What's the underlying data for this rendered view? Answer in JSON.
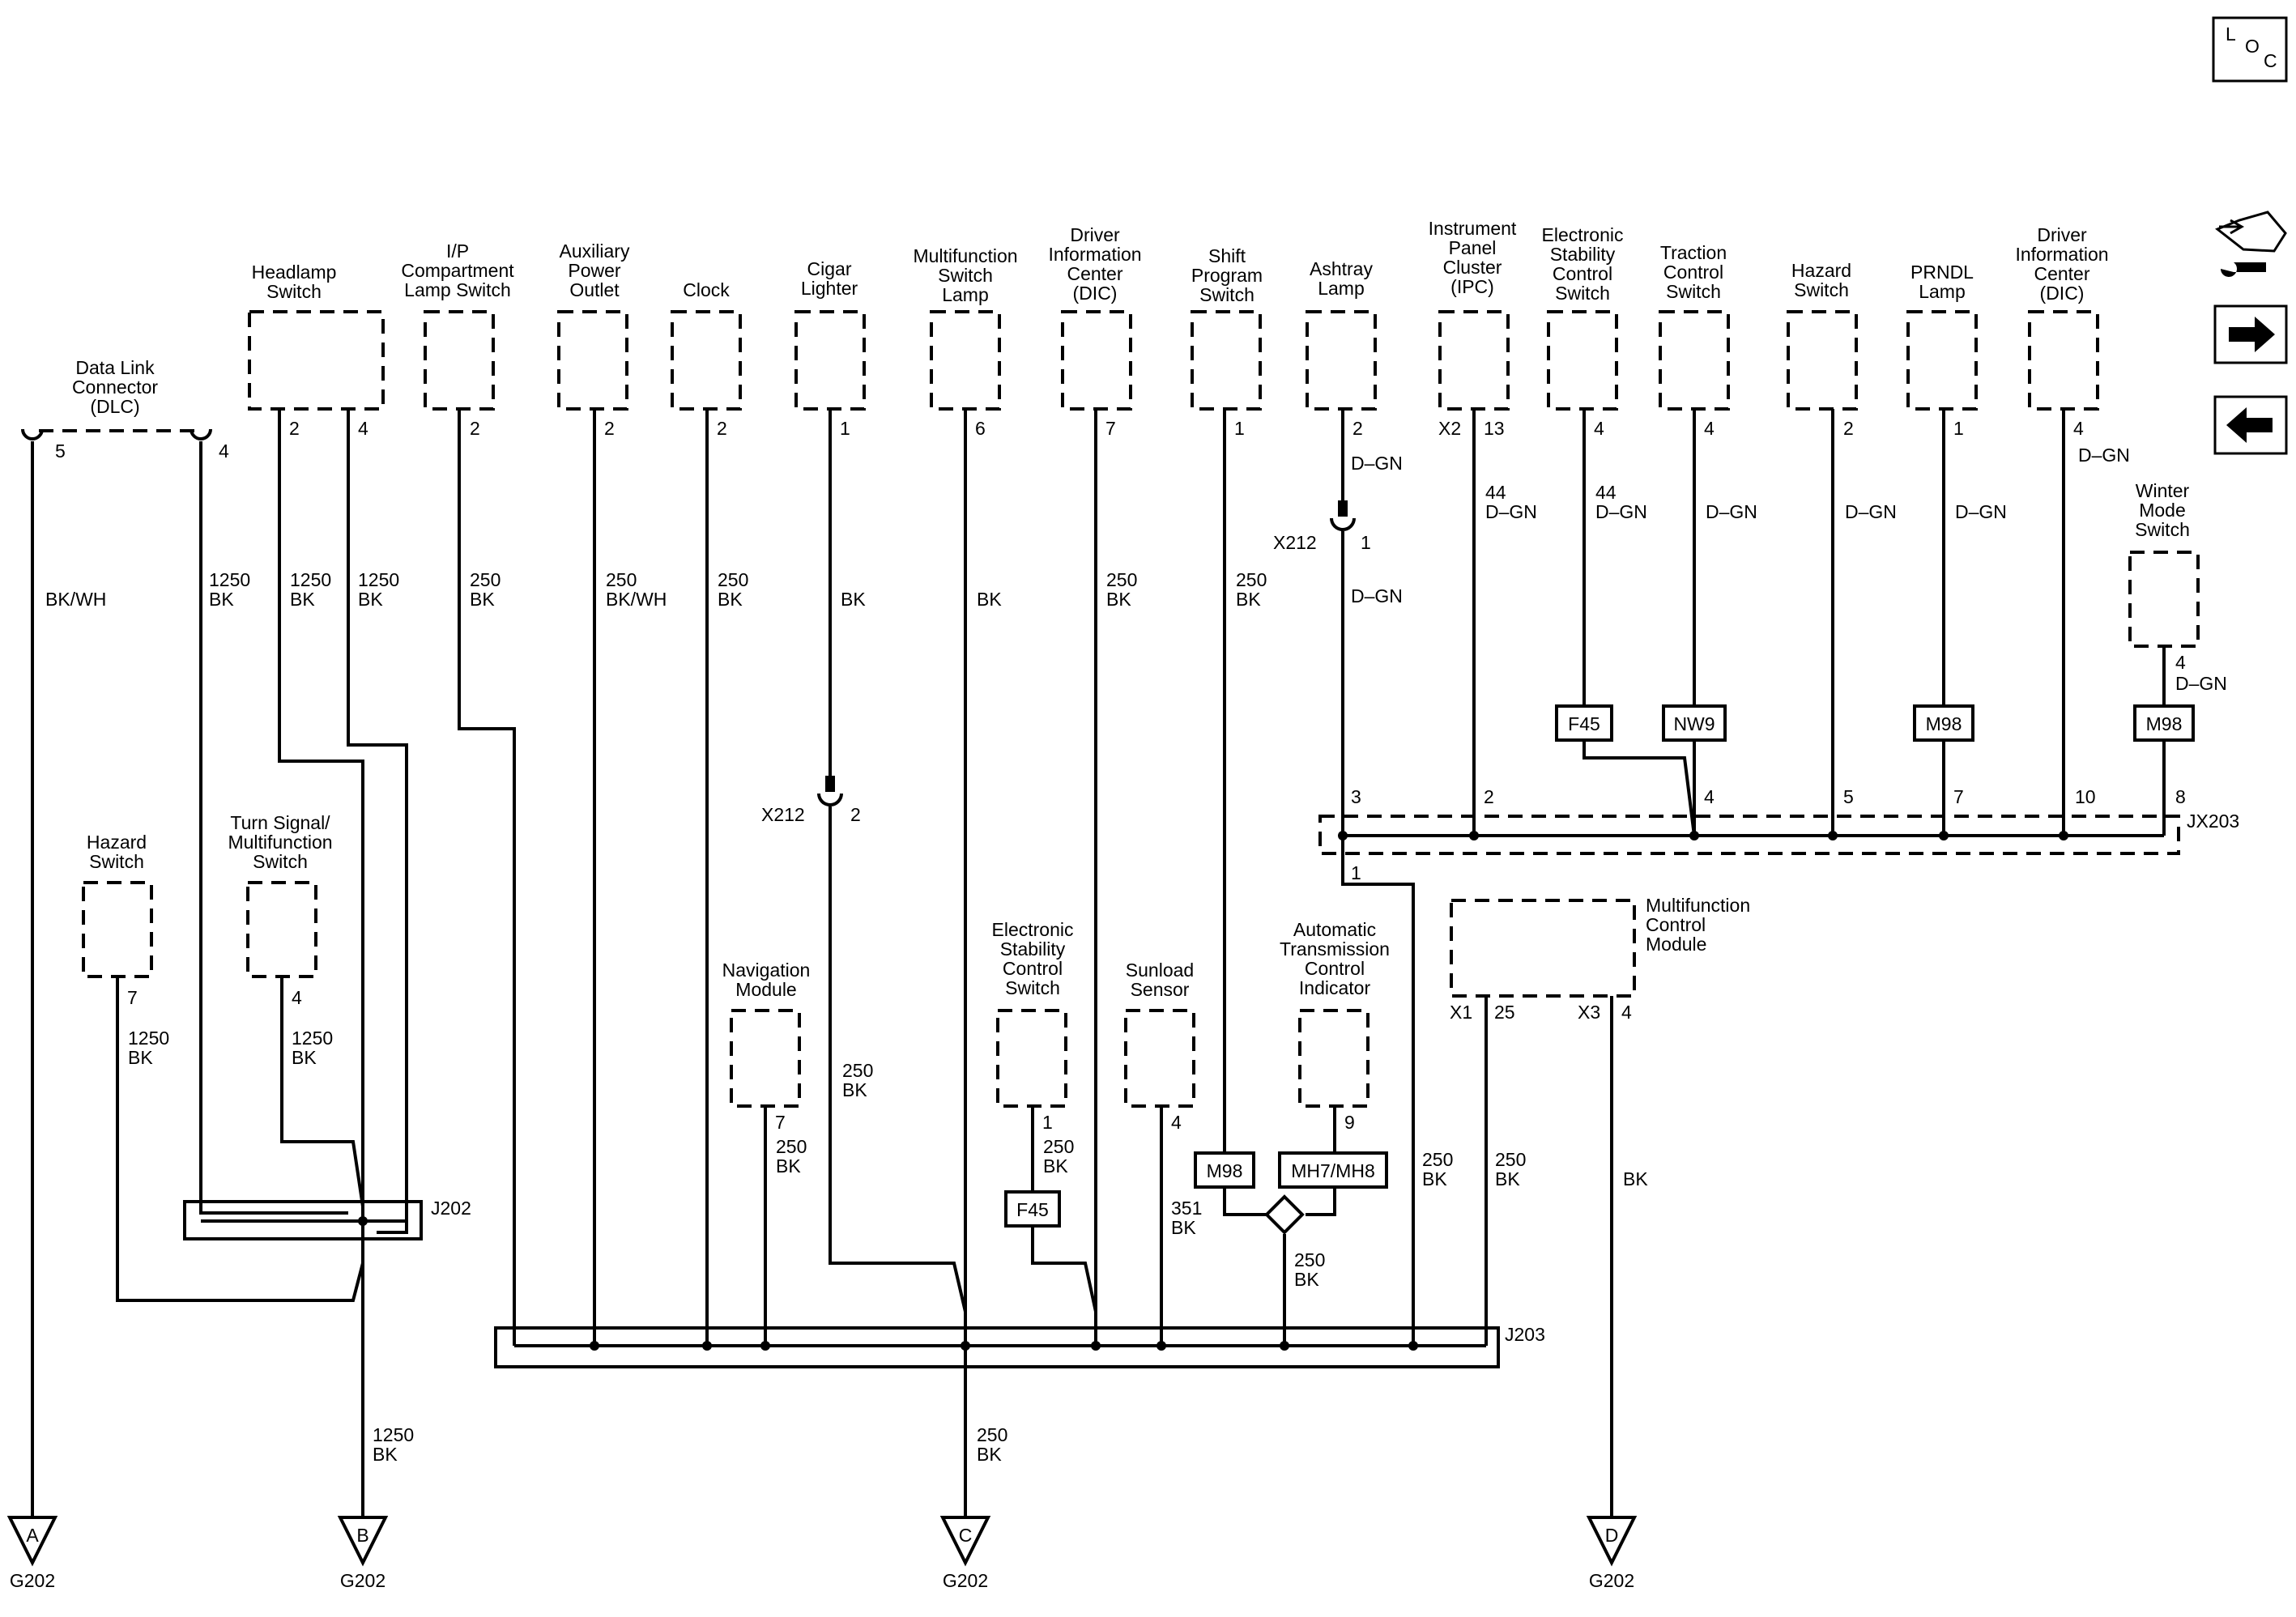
{
  "loc_badge": {
    "l": "L",
    "o": "O",
    "c": "C"
  },
  "icons": [
    "car-wrench-icon",
    "arrow-right-icon",
    "arrow-left-icon"
  ],
  "components": {
    "dlc": [
      "Data Link",
      "Connector",
      "(DLC)"
    ],
    "headlamp_switch": [
      "Headlamp",
      "Switch"
    ],
    "ip_compartment_lamp": [
      "I/P",
      "Compartment",
      "Lamp Switch"
    ],
    "aux_power_outlet": [
      "Auxiliary",
      "Power",
      "Outlet"
    ],
    "clock": [
      "Clock"
    ],
    "cigar_lighter": [
      "Cigar",
      "Lighter"
    ],
    "multifunction_switch_lamp": [
      "Multifunction",
      "Switch",
      "Lamp"
    ],
    "dic_1": [
      "Driver",
      "Information",
      "Center",
      "(DIC)"
    ],
    "shift_program_switch": [
      "Shift",
      "Program",
      "Switch"
    ],
    "ashtray_lamp": [
      "Ashtray",
      "Lamp"
    ],
    "ipc": [
      "Instrument",
      "Panel",
      "Cluster",
      "(IPC)"
    ],
    "esc_switch_top": [
      "Electronic",
      "Stability",
      "Control",
      "Switch"
    ],
    "traction_control_switch": [
      "Traction",
      "Control",
      "Switch"
    ],
    "hazard_switch_top": [
      "Hazard",
      "Switch"
    ],
    "prndl_lamp": [
      "PRNDL",
      "Lamp"
    ],
    "dic_2": [
      "Driver",
      "Information",
      "Center",
      "(DIC)"
    ],
    "winter_mode_switch": [
      "Winter",
      "Mode",
      "Switch"
    ],
    "hazard_switch_left": [
      "Hazard",
      "Switch"
    ],
    "turn_signal_switch": [
      "Turn Signal/",
      "Multifunction",
      "Switch"
    ],
    "navigation_module": [
      "Navigation",
      "Module"
    ],
    "esc_switch_bottom": [
      "Electronic",
      "Stability",
      "Control",
      "Switch"
    ],
    "sunload_sensor": [
      "Sunload",
      "Sensor"
    ],
    "atci": [
      "Automatic",
      "Transmission",
      "Control",
      "Indicator"
    ],
    "mfc_module": [
      "Multifunction",
      "Control",
      "Module"
    ]
  },
  "pins": {
    "dlc_5": "5",
    "dlc_4": "4",
    "headlamp_2": "2",
    "headlamp_4": "4",
    "ipcomp_2": "2",
    "aux_2": "2",
    "clock_2": "2",
    "cigar_1": "1",
    "mfsl_6": "6",
    "dic1_7": "7",
    "shift_1": "1",
    "ashtray_2": "2",
    "ipc_conn": "X2",
    "ipc_13": "13",
    "esc_top_4": "4",
    "tcs_4": "4",
    "hazard_top_2": "2",
    "prndl_1": "1",
    "dic2_4": "4",
    "winter_4": "4",
    "hazard_left_7": "7",
    "turn_4": "4",
    "nav_7": "7",
    "esc_bot_1": "1",
    "sunload_4": "4",
    "atci_9": "9",
    "mfc_x1": "X1",
    "mfc_25": "25",
    "mfc_x3": "X3",
    "mfc_4": "4",
    "x212_top_1": "1",
    "x212_mid_2": "2",
    "jx_3": "3",
    "jx_2": "2",
    "jx_4": "4",
    "jx_5": "5",
    "jx_7": "7",
    "jx_10": "10",
    "jx_8": "8",
    "jx_1": "1"
  },
  "connectors": {
    "x212_top": "X212",
    "x212_mid": "X212",
    "j202": "J202",
    "j203": "J203",
    "jx203": "JX203"
  },
  "wires": {
    "dlc5": [
      "BK/WH"
    ],
    "dlc4": [
      "1250",
      "BK"
    ],
    "head2": [
      "1250",
      "BK"
    ],
    "head4": [
      "1250",
      "BK"
    ],
    "ipcomp": [
      "250",
      "BK"
    ],
    "aux": [
      "250",
      "BK/WH"
    ],
    "clock": [
      "250",
      "BK"
    ],
    "cigar": [
      "BK"
    ],
    "mfsl": [
      "BK"
    ],
    "dic1": [
      "250",
      "BK"
    ],
    "shift": [
      "250",
      "BK"
    ],
    "ashtray_a": [
      "D–GN"
    ],
    "ashtray_b": [
      "D–GN"
    ],
    "ipc": [
      "44",
      "D–GN"
    ],
    "esc_top": [
      "44",
      "D–GN"
    ],
    "tcs": [
      "D–GN"
    ],
    "hazard_top": [
      "D–GN"
    ],
    "prndl": [
      "D–GN"
    ],
    "dic2": [
      "D–GN"
    ],
    "winter": [
      "D–GN"
    ],
    "hazard_left": [
      "1250",
      "BK"
    ],
    "turn": [
      "1250",
      "BK"
    ],
    "cigar_low": [
      "250",
      "BK"
    ],
    "nav": [
      "250",
      "BK"
    ],
    "esc_bot": [
      "250",
      "BK"
    ],
    "sunload": [
      "351",
      "BK"
    ],
    "atci": [
      "250",
      "BK"
    ],
    "jx1": [
      "250",
      "BK"
    ],
    "mfc25": [
      "250",
      "BK"
    ],
    "mfc4": [
      "BK"
    ],
    "ground_b": [
      "1250",
      "BK"
    ],
    "ground_c": [
      "250",
      "BK"
    ]
  },
  "options": {
    "f45_top": "F45",
    "nw9": "NW9",
    "m98_prndl": "M98",
    "m98_winter": "M98",
    "f45_bot": "F45",
    "m98_shift": "M98",
    "mh7": "MH7/MH8"
  },
  "grounds": {
    "a": {
      "letter": "A",
      "label": "G202"
    },
    "b": {
      "letter": "B",
      "label": "G202"
    },
    "c": {
      "letter": "C",
      "label": "G202"
    },
    "d": {
      "letter": "D",
      "label": "G202"
    }
  }
}
